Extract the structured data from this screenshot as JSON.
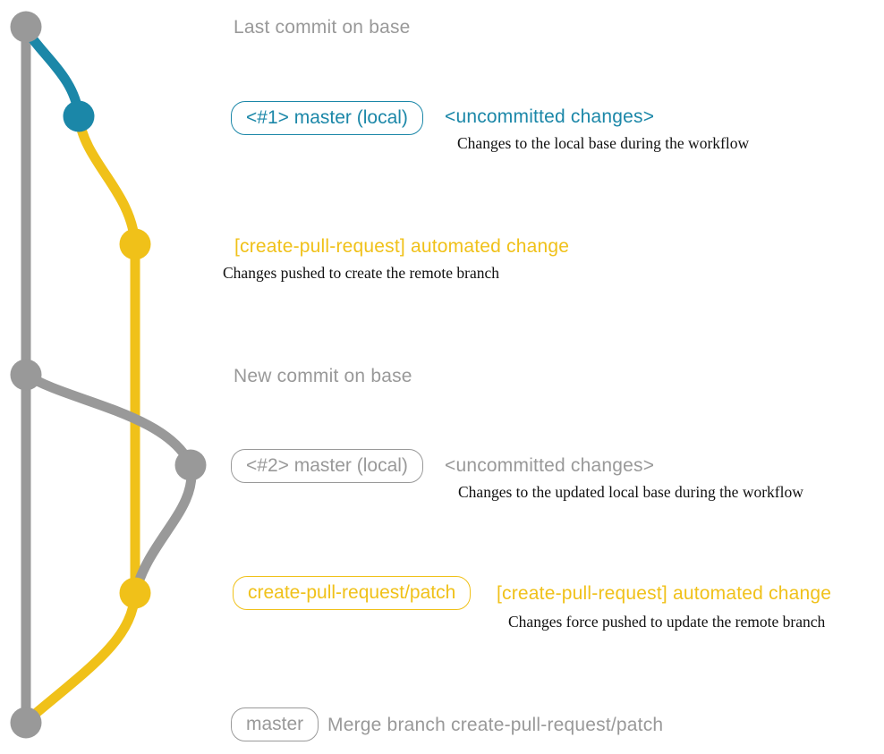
{
  "palette": {
    "gray": "#999999",
    "teal": "#1b87a8",
    "yellow": "#f0c119",
    "ink": "#111111",
    "background": "#ffffff"
  },
  "diagram": {
    "type": "git-branch-workflow",
    "annotations": {
      "last_commit": {
        "text": "Last commit on base"
      },
      "commit1": {
        "badge": "<#1> master (local)",
        "heading": "<uncommitted changes>",
        "desc": "Changes to the local base during the workflow"
      },
      "push1": {
        "heading": "[create-pull-request] automated change",
        "desc": "Changes pushed to create the remote branch"
      },
      "new_commit": {
        "text": "New commit on base"
      },
      "commit2": {
        "badge": "<#2> master (local)",
        "heading": "<uncommitted changes>",
        "desc": "Changes to the updated local base during the workflow"
      },
      "push2": {
        "badge": "create-pull-request/patch",
        "heading": "[create-pull-request] automated change",
        "desc": "Changes force pushed to update the remote branch"
      },
      "merge": {
        "badge": "master",
        "text": "Merge branch create-pull-request/patch"
      }
    }
  }
}
